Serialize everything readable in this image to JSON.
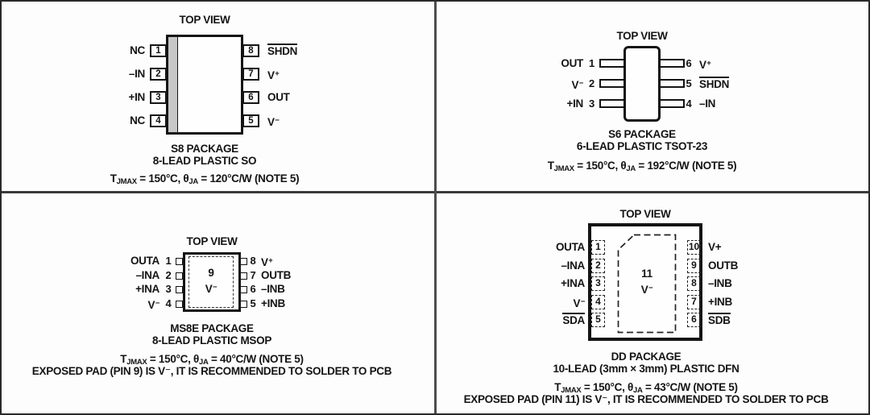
{
  "figure": {
    "type": "package-pinout-diagram",
    "ink_color": "#141414",
    "background_color": "#fdfdfd",
    "pin1_stripe_color": "#c7c7c7"
  },
  "packages": [
    {
      "id": "s8",
      "top_view": "TOP VIEW",
      "pins_left": [
        {
          "num": "1",
          "label": "NC"
        },
        {
          "num": "2",
          "label": "–IN"
        },
        {
          "num": "3",
          "label": "+IN"
        },
        {
          "num": "4",
          "label": "NC"
        }
      ],
      "pins_right": [
        {
          "num": "8",
          "label": "SHDN",
          "overline": true
        },
        {
          "num": "7",
          "label": "V",
          "sup": "+"
        },
        {
          "num": "6",
          "label": "OUT"
        },
        {
          "num": "5",
          "label": "V",
          "sup": "−"
        }
      ],
      "package_name": "S8 PACKAGE",
      "package_desc": "8-LEAD PLASTIC SO",
      "thermal": {
        "t": "T",
        "t_sub": "JMAX",
        "mid": " = 150°C, θ",
        "theta_sub": "JA",
        "rest": " = 120°C/W (NOTE 5)"
      }
    },
    {
      "id": "s6",
      "top_view": "TOP VIEW",
      "pins_left": [
        {
          "num": "1",
          "label": "OUT"
        },
        {
          "num": "2",
          "label": "V",
          "sup": "−"
        },
        {
          "num": "3",
          "label": "+IN"
        }
      ],
      "pins_right": [
        {
          "num": "6",
          "label": "V",
          "sup": "+"
        },
        {
          "num": "5",
          "label": "SHDN",
          "overline": true
        },
        {
          "num": "4",
          "label": "–IN"
        }
      ],
      "package_name": "S6 PACKAGE",
      "package_desc": "6-LEAD PLASTIC TSOT-23",
      "thermal": {
        "t": "T",
        "t_sub": "JMAX",
        "mid": " = 150°C, θ",
        "theta_sub": "JA",
        "rest": " = 192°C/W (NOTE 5)"
      }
    },
    {
      "id": "ms8e",
      "top_view": "TOP VIEW",
      "pins_left": [
        {
          "num": "1",
          "label": "OUTA"
        },
        {
          "num": "2",
          "label": "–INA"
        },
        {
          "num": "3",
          "label": "+INA"
        },
        {
          "num": "4",
          "label": "V",
          "sup": "−"
        }
      ],
      "pins_right": [
        {
          "num": "8",
          "label": "V",
          "sup": "+"
        },
        {
          "num": "7",
          "label": "OUTB"
        },
        {
          "num": "6",
          "label": "–INB"
        },
        {
          "num": "5",
          "label": "+INB"
        }
      ],
      "exposed_pad": {
        "num": "9",
        "label": "V",
        "sup": "−"
      },
      "package_name": "MS8E PACKAGE",
      "package_desc": "8-LEAD PLASTIC MSOP",
      "thermal": {
        "t": "T",
        "t_sub": "JMAX",
        "mid": " = 150°C, θ",
        "theta_sub": "JA",
        "rest": " = 40°C/W (NOTE 5)"
      },
      "note": "EXPOSED PAD (PIN 9) IS V⁻, IT IS RECOMMENDED TO SOLDER TO PCB"
    },
    {
      "id": "dd",
      "top_view": "TOP VIEW",
      "pins_left": [
        {
          "num": "1",
          "label": "OUTA"
        },
        {
          "num": "2",
          "label": "–INA"
        },
        {
          "num": "3",
          "label": "+INA"
        },
        {
          "num": "4",
          "label": "V",
          "sup": "−"
        },
        {
          "num": "5",
          "label": "SDA",
          "overline": true
        }
      ],
      "pins_right": [
        {
          "num": "10",
          "label": "V+"
        },
        {
          "num": "9",
          "label": "OUTB"
        },
        {
          "num": "8",
          "label": "–INB"
        },
        {
          "num": "7",
          "label": "+INB"
        },
        {
          "num": "6",
          "label": "SDB",
          "overline": true
        }
      ],
      "exposed_pad": {
        "num": "11",
        "label": "V",
        "sup": "−"
      },
      "package_name": "DD PACKAGE",
      "package_desc": "10-LEAD (3mm × 3mm) PLASTIC DFN",
      "thermal": {
        "t": "T",
        "t_sub": "JMAX",
        "mid": " = 150°C, θ",
        "theta_sub": "JA",
        "rest": " = 43°C/W (NOTE 5)"
      },
      "note": "EXPOSED PAD (PIN 11) IS V⁻, IT IS RECOMMENDED TO SOLDER TO PCB"
    }
  ]
}
